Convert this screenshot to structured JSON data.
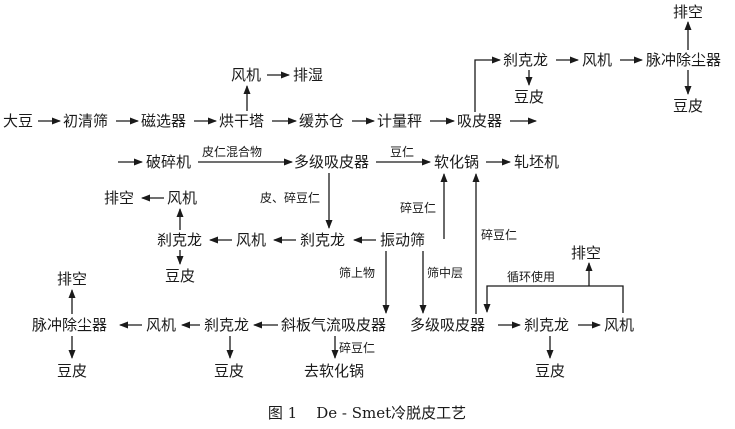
{
  "nodes": {
    "soybean": "大豆",
    "pre_clean_sieve": "初清筛",
    "magnetic_separator": "磁选器",
    "drying_tower": "烘干塔",
    "fan_drying": "风机",
    "exhaust_moisture": "排湿",
    "buffer_bin": "缓苏仓",
    "weigher": "计量秤",
    "hull_aspirator_1": "吸皮器",
    "cyclone_top": "刹克龙",
    "fan_top": "风机",
    "pulse_dust_top": "脉冲除尘器",
    "exhaust_top": "排空",
    "hull_top_cyclone": "豆皮",
    "hull_top_pulse": "豆皮",
    "cracker": "破碎机",
    "multi_aspirator_1": "多级吸皮器",
    "conditioner": "软化锅",
    "flaker": "轧坯机",
    "exhaust_left_mid": "排空",
    "fan_left_mid": "风机",
    "cyclone_left_mid": "刹克龙",
    "hull_left_mid": "豆皮",
    "fan_mid": "风机",
    "cyclone_mid": "刹克龙",
    "shaker_sieve": "振动筛",
    "exhaust_bottom_left": "排空",
    "pulse_dust_bottom": "脉冲除尘器",
    "fan_bottom_left": "风机",
    "cyclone_bottom_left": "刹克龙",
    "inclined_aspirator": "斜板气流吸皮器",
    "multi_aspirator_2": "多级吸皮器",
    "cyclone_bottom_right": "刹克龙",
    "fan_bottom_right": "风机",
    "exhaust_bottom_right": "排空",
    "hull_bottom_left": "豆皮",
    "hull_bottom_mid": "豆皮",
    "to_conditioner": "去软化锅",
    "hull_bottom_right": "豆皮"
  },
  "labels": {
    "hull_kernel_mixture": "皮仁混合物",
    "kernel": "豆仁",
    "hull_broken_kernel": "皮、碎豆仁",
    "broken_kernel_shaker": "碎豆仁",
    "broken_kernel_right": "碎豆仁",
    "over_sieve": "筛上物",
    "middle_layer": "筛中层",
    "recirculation": "循环使用",
    "broken_kernel_bottom": "碎豆仁"
  },
  "caption": "图 1    De - Smet冷脱皮工艺"
}
